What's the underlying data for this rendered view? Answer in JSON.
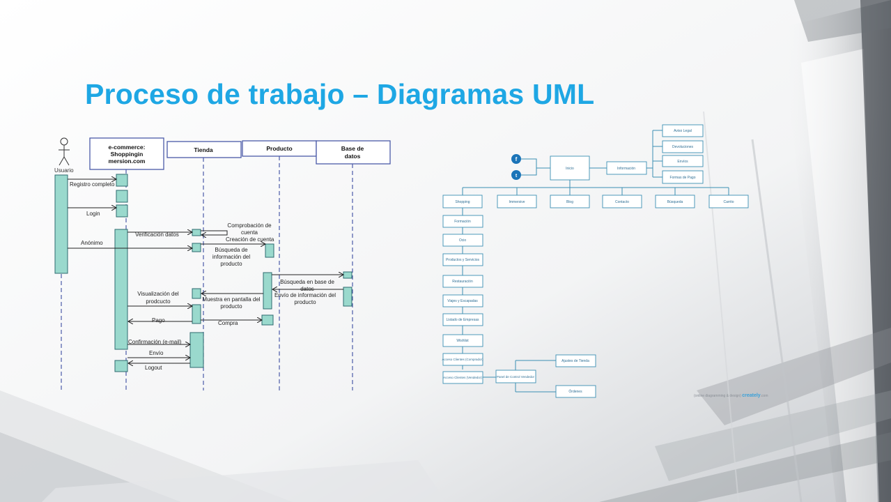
{
  "slide": {
    "title": "Proceso de trabajo – Diagramas UML"
  },
  "colors": {
    "title": "#1ea7e4",
    "activation": "#9ad9cd",
    "lifeline": "#4a5aa8",
    "sitemap_line": "#3b8fb3",
    "icon_blue": "#1b74b8"
  },
  "sequence_diagram": {
    "actor": "Usuario",
    "lifelines": [
      {
        "id": "ecommerce",
        "lines": [
          "e-commerce:",
          "Shoppingin",
          "mersion.com"
        ]
      },
      {
        "id": "tienda",
        "lines": [
          "Tienda"
        ]
      },
      {
        "id": "producto",
        "lines": [
          "Producto"
        ]
      },
      {
        "id": "bd",
        "lines": [
          "Base de",
          "datos"
        ]
      }
    ],
    "messages": {
      "registro": "Registro completo",
      "login": "Login",
      "verificacion": "Verificación datos",
      "anonimo": "Anónimo",
      "comprobacion": [
        "Comprobación de",
        "cuenta"
      ],
      "creacion": "Creación de cuenta",
      "busqueda_info": [
        "Búsqueda de",
        "información del",
        "producto"
      ],
      "busqueda_bd": [
        "Búsqueda en base de",
        "datos"
      ],
      "envio_info": [
        "Envío de información del",
        "producto"
      ],
      "visualizacion": [
        "Visualización del",
        "prodcucto"
      ],
      "muestra": [
        "Muestra en pantalla del",
        "producto"
      ],
      "pago": "Pago",
      "compra": "Compra",
      "confirmacion": "Confirmación (e-mail)",
      "envio": "Envío",
      "logout": "Logout"
    }
  },
  "sitemap": {
    "social_icons": [
      "f",
      "t"
    ],
    "inicio": "Inicio",
    "informacion": "Información",
    "info_children": [
      "Aviso Legal",
      "Devoluciones",
      "Envíos",
      "Formas de Pago"
    ],
    "top_level": [
      "Shopping",
      "Immersive",
      "Blog",
      "Contacto",
      "Búsqueda",
      "Carrito"
    ],
    "shopping_children": [
      "Formación",
      "Ocio",
      "Productos y Servicios",
      "Restauración",
      "Viajes y Escapadas",
      "Listado de Empresas",
      "Wishlist",
      "Acceso Clientes (Comprador)",
      "Acceso Clientes (Vendedor)"
    ],
    "panel": "Panel de Control Vendedor",
    "panel_children": [
      "Ajustes de Tienda",
      "Órdenes"
    ],
    "credit_prefix": "(online diagramming & design)",
    "credit_brand": "creately",
    "credit_suffix": ".com"
  }
}
